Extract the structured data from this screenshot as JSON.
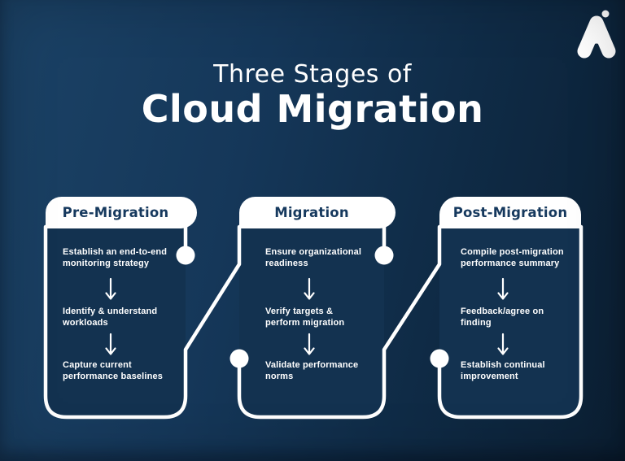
{
  "header": {
    "title_line1": "Three Stages of",
    "title_line2": "Cloud Migration"
  },
  "logo": {
    "icon": "brand-a-mark-logo"
  },
  "icons": {
    "step_connector": "down-arrow",
    "node": "filled-circle"
  },
  "colors": {
    "background_start": "#1b4266",
    "background_end": "#0b1f33",
    "card_fill": "#133250",
    "line": "#ffffff",
    "stage_title_text": "#16395e",
    "step_text": "#ffffff"
  },
  "stages": [
    {
      "title": "Pre-Migration",
      "steps": [
        {
          "line1": "Establish an end-to-end",
          "line2": "monitoring strategy"
        },
        {
          "line1": "Identify & understand",
          "line2": "workloads"
        },
        {
          "line1": "Capture current",
          "line2": "performance baselines"
        }
      ]
    },
    {
      "title": "Migration",
      "steps": [
        {
          "line1": "Ensure organizational",
          "line2": "readiness"
        },
        {
          "line1": "Verify targets &",
          "line2": "perform migration"
        },
        {
          "line1": "Validate performance",
          "line2": "norms"
        }
      ]
    },
    {
      "title": "Post-Migration",
      "steps": [
        {
          "line1": "Compile post-migration",
          "line2": "performance summary"
        },
        {
          "line1": "Feedback/agree on",
          "line2": "finding"
        },
        {
          "line1": "Establish continual",
          "line2": "improvement"
        }
      ]
    }
  ]
}
